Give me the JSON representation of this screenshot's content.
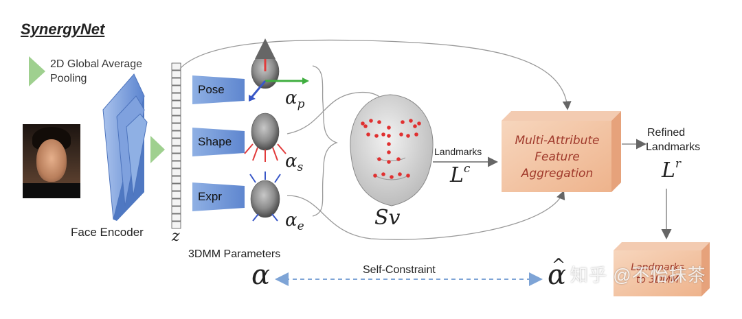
{
  "title": "SynergyNet",
  "legend": {
    "label": "2D Global Average Pooling"
  },
  "encoder": {
    "label": "Face Encoder"
  },
  "latent": {
    "label": "z"
  },
  "params": {
    "boxes": [
      {
        "label": "Pose",
        "alpha_sub": "p"
      },
      {
        "label": "Shape",
        "alpha_sub": "s"
      },
      {
        "label": "Expr",
        "alpha_sub": "e"
      }
    ],
    "alpha_symbol": "α",
    "caption": "3DMM Parameters"
  },
  "mesh": {
    "label": "Sv"
  },
  "landmarks": {
    "label": "Landmarks",
    "symbol": "L",
    "superscript": "c"
  },
  "mafa": {
    "line1": "Multi-Attribute",
    "line2": "Feature",
    "line3": "Aggregation"
  },
  "refined": {
    "line1": "Refined",
    "line2": "Landmarks",
    "symbol": "L",
    "superscript": "r"
  },
  "l2d": {
    "line1": "Landmarks",
    "line2": "to 3DMM"
  },
  "self_constraint": {
    "label": "Self-Constraint",
    "alpha": "α",
    "alpha_hat": "α",
    "hat": "^"
  },
  "watermark": "知乎 @不怡抹茶",
  "colors": {
    "encoder_blue": "#6f95d8",
    "box_orange": "#f1c1a0",
    "label_red": "#a03a2c",
    "dashed_blue": "#7ea4d6",
    "legend_green": "#9fd08f"
  }
}
